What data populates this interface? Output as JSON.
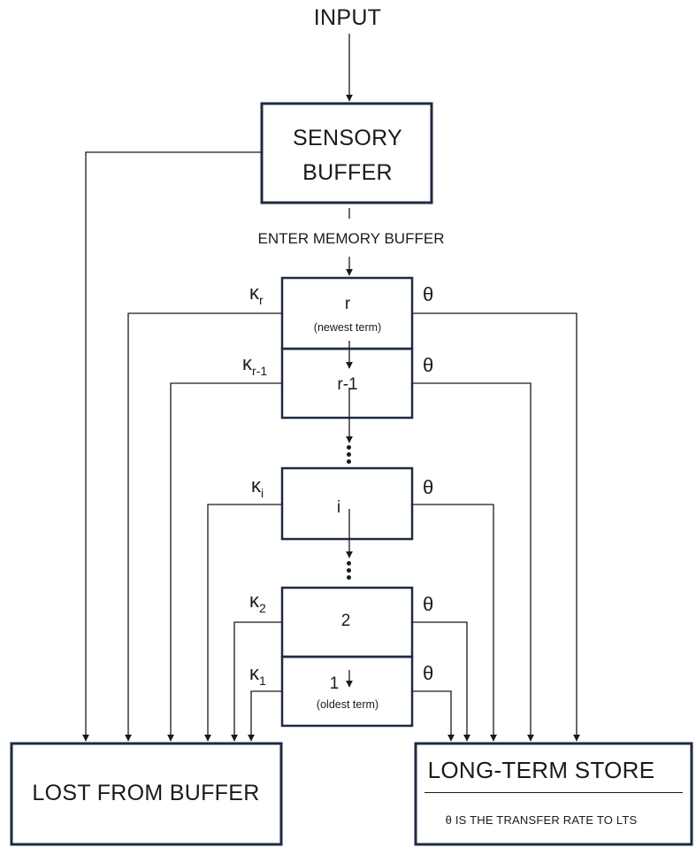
{
  "input_label": "INPUT",
  "sensory_buffer": {
    "line1": "SENSORY",
    "line2": "BUFFER"
  },
  "enter_label": "ENTER MEMORY BUFFER",
  "slots": [
    {
      "id": "r",
      "label": "r",
      "note": "(newest term)",
      "kappa": "κ",
      "kappa_sub": "r",
      "theta": "θ"
    },
    {
      "id": "r-1",
      "label": "r-1",
      "note": "",
      "kappa": "κ",
      "kappa_sub": "r-1",
      "theta": "θ"
    },
    {
      "id": "i",
      "label": "i",
      "note": "",
      "kappa": "κ",
      "kappa_sub": "i",
      "theta": "θ"
    },
    {
      "id": "2",
      "label": "2",
      "note": "",
      "kappa": "κ",
      "kappa_sub": "2",
      "theta": "θ"
    },
    {
      "id": "1",
      "label": "1",
      "note": "(oldest term)",
      "kappa": "κ",
      "kappa_sub": "1",
      "theta": "θ"
    }
  ],
  "lost_box": {
    "label": "LOST FROM BUFFER"
  },
  "lts_box": {
    "title": "LONG-TERM STORE",
    "note": "θ IS THE TRANSFER RATE TO LTS"
  }
}
